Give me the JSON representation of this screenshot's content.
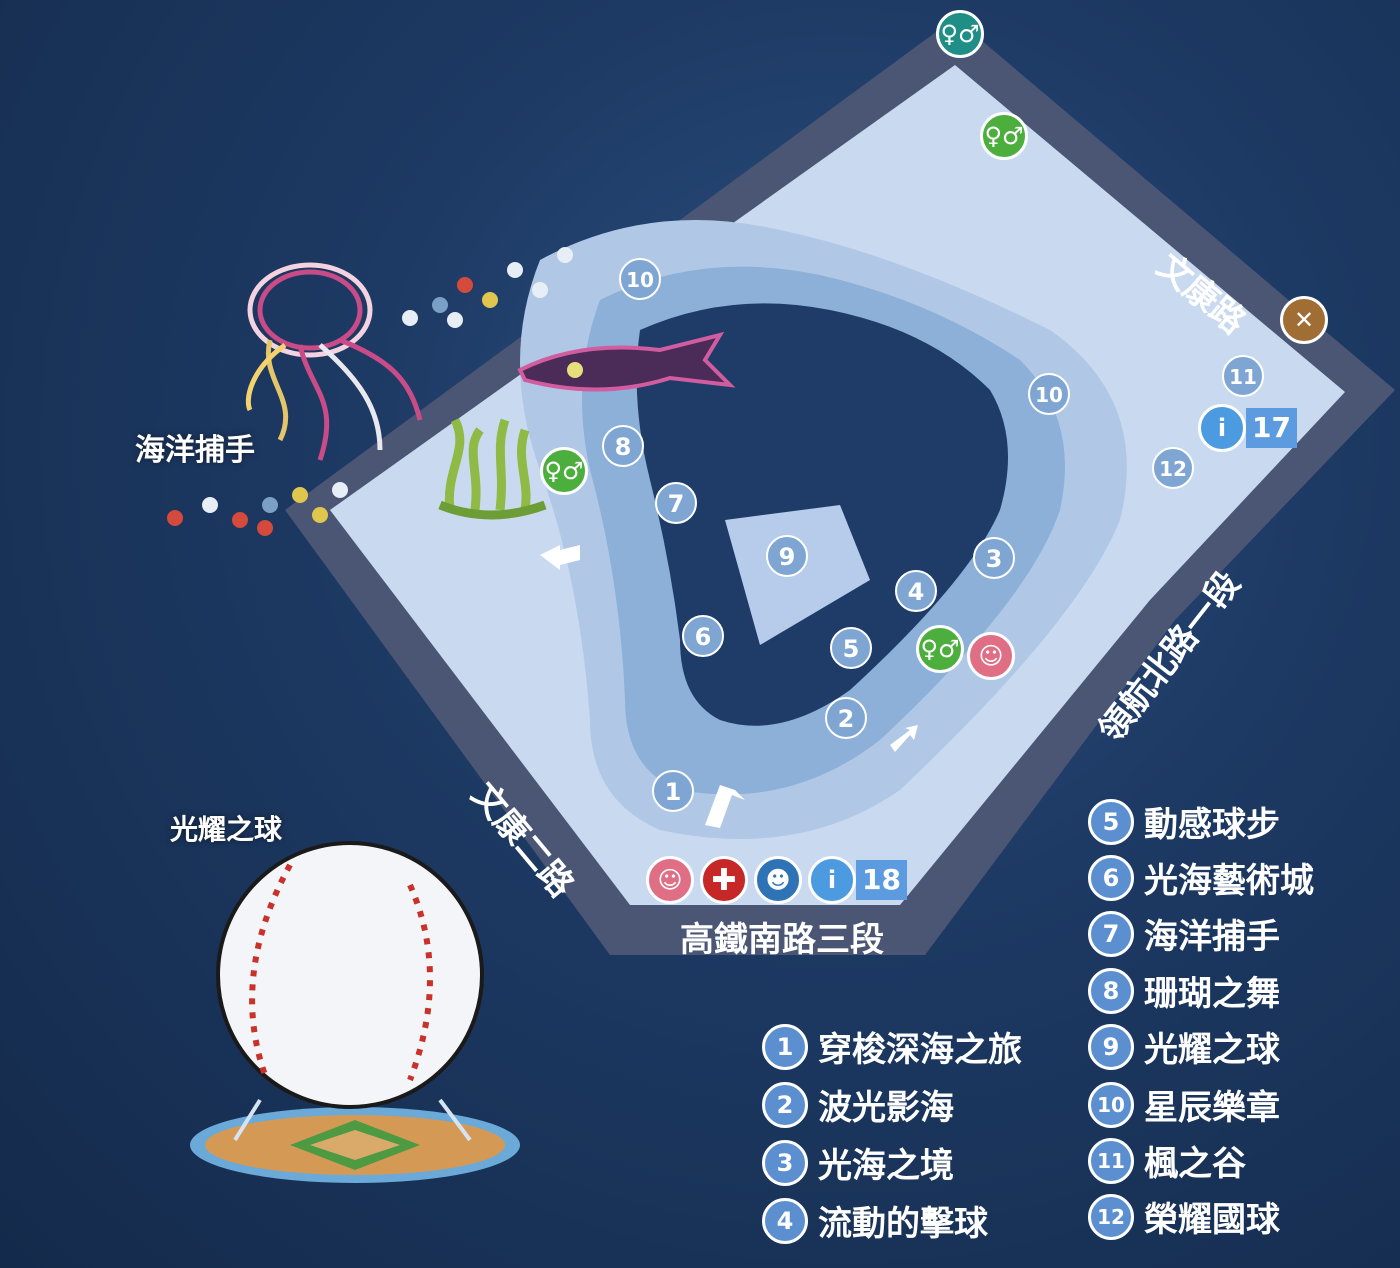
{
  "streets": {
    "north_east": "文康路",
    "east": "領航北路一段",
    "west": "文康二路",
    "south": "高鐵南路三段"
  },
  "art_labels": {
    "jellyfish": "海洋捕手",
    "ball": "光耀之球"
  },
  "markers": [
    "1",
    "2",
    "3",
    "4",
    "5",
    "6",
    "7",
    "8",
    "9",
    "10",
    "10",
    "11",
    "12"
  ],
  "info_points": {
    "a": "17",
    "b": "18"
  },
  "info_icon": "info-icon",
  "facility_icons": [
    "restroom-icon",
    "nursing-room-icon",
    "first-aid-icon",
    "police-icon",
    "restaurant-icon"
  ],
  "colors": {
    "restroom": "#4caf3d",
    "nursing": "#e06f86",
    "first_aid": "#c62828",
    "police": "#2f73b7",
    "info": "#4c9be1",
    "restaurant": "#a06d35",
    "road": "#4a5673",
    "ground": "#c9daf0"
  },
  "legend": [
    {
      "num": "1",
      "label": "穿梭深海之旅"
    },
    {
      "num": "2",
      "label": "波光影海"
    },
    {
      "num": "3",
      "label": "光海之境"
    },
    {
      "num": "4",
      "label": "流動的擊球"
    },
    {
      "num": "5",
      "label": "動感球步"
    },
    {
      "num": "6",
      "label": "光海藝術城"
    },
    {
      "num": "7",
      "label": "海洋捕手"
    },
    {
      "num": "8",
      "label": "珊瑚之舞"
    },
    {
      "num": "9",
      "label": "光耀之球"
    },
    {
      "num": "10",
      "label": "星辰樂章"
    },
    {
      "num": "11",
      "label": "楓之谷"
    },
    {
      "num": "12",
      "label": "榮耀國球"
    }
  ]
}
